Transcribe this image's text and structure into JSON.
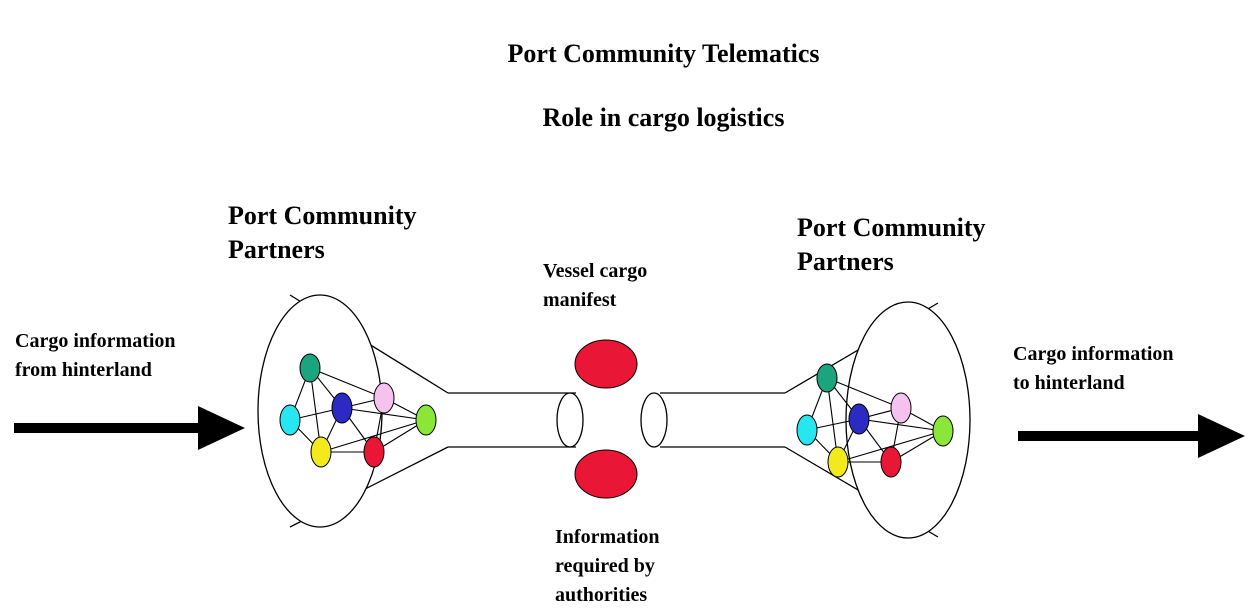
{
  "title": {
    "line1": "Port Community Telematics",
    "line2": "Role in cargo logistics"
  },
  "left_group_label": "Port Community\nPartners",
  "right_group_label": "Port Community\nPartners",
  "left_flow_label": "Cargo information\nfrom hinterland",
  "right_flow_label": "Cargo information\nto hinterland",
  "top_center_label": "Vessel cargo\nmanifest",
  "bottom_center_label": "Information\nrequired by\nauthorities",
  "colors": {
    "teal": "#1aa57f",
    "cyan": "#27e6ef",
    "blue": "#2b2bc4",
    "pink": "#f5c2ef",
    "green": "#8be63a",
    "yellow": "#f2ea1c",
    "red": "#ea1636"
  }
}
